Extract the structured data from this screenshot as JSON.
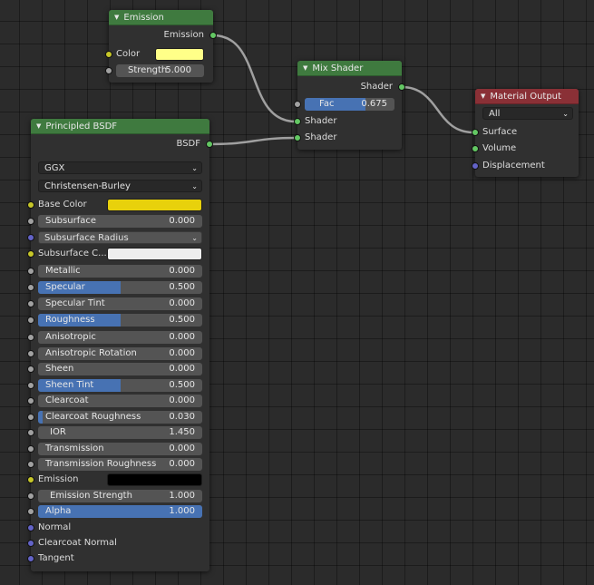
{
  "colors": {
    "node_bg": "#303030",
    "shader_header": "#3f7a3f",
    "output_header": "#8a3036",
    "socket_shader": "#63c763",
    "socket_color": "#c7c729",
    "socket_float": "#a1a1a1",
    "socket_vector": "#6363c7",
    "field_fill": "#4772b3"
  },
  "emission": {
    "title": "Emission",
    "output_label": "Emission",
    "color_label": "Color",
    "color_swatch": "#ffff88",
    "strength_label": "Strength",
    "strength_value": "5.000"
  },
  "mix": {
    "title": "Mix Shader",
    "output_label": "Shader",
    "fac_label": "Fac",
    "fac_value": "0.675",
    "fac_fraction": 0.675,
    "input1_label": "Shader",
    "input2_label": "Shader"
  },
  "output": {
    "title": "Material Output",
    "target": "All",
    "surface_label": "Surface",
    "volume_label": "Volume",
    "displacement_label": "Displacement"
  },
  "bsdf": {
    "title": "Principled BSDF",
    "output_label": "BSDF",
    "distribution": "GGX",
    "subsurface_method": "Christensen-Burley",
    "base_color_label": "Base Color",
    "base_color_swatch": "#e8d10c",
    "subsurface_label": "Subsurface",
    "subsurface_value": "0.000",
    "subsurface_radius_label": "Subsurface Radius",
    "subsurface_color_label": "Subsurface C...",
    "subsurface_color_swatch": "#eeeeee",
    "metallic_label": "Metallic",
    "metallic_value": "0.000",
    "specular_label": "Specular",
    "specular_value": "0.500",
    "specular_tint_label": "Specular Tint",
    "specular_tint_value": "0.000",
    "roughness_label": "Roughness",
    "roughness_value": "0.500",
    "anisotropic_label": "Anisotropic",
    "anisotropic_value": "0.000",
    "anisotropic_rotation_label": "Anisotropic Rotation",
    "anisotropic_rotation_value": "0.000",
    "sheen_label": "Sheen",
    "sheen_value": "0.000",
    "sheen_tint_label": "Sheen Tint",
    "sheen_tint_value": "0.500",
    "clearcoat_label": "Clearcoat",
    "clearcoat_value": "0.000",
    "clearcoat_roughness_label": "Clearcoat Roughness",
    "clearcoat_roughness_value": "0.030",
    "ior_label": "IOR",
    "ior_value": "1.450",
    "transmission_label": "Transmission",
    "transmission_value": "0.000",
    "transmission_roughness_label": "Transmission Roughness",
    "transmission_roughness_value": "0.000",
    "emission_label": "Emission",
    "emission_swatch": "#000000",
    "emission_strength_label": "Emission Strength",
    "emission_strength_value": "1.000",
    "alpha_label": "Alpha",
    "alpha_value": "1.000",
    "normal_label": "Normal",
    "clearcoat_normal_label": "Clearcoat Normal",
    "tangent_label": "Tangent"
  }
}
